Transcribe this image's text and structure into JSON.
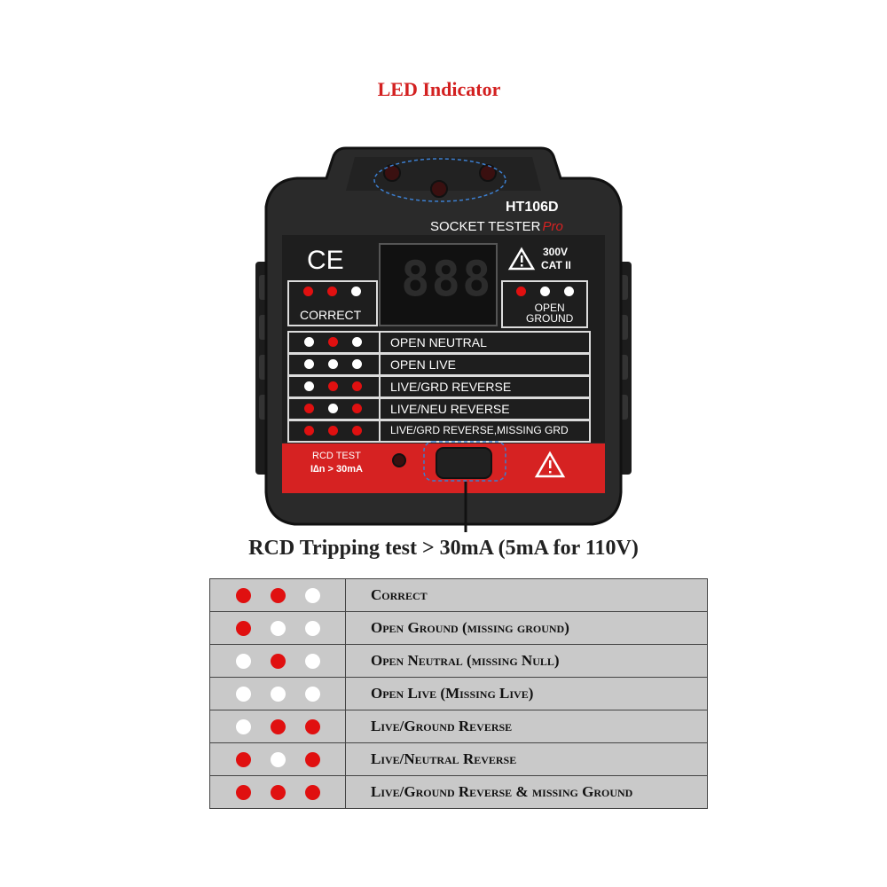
{
  "annotations": {
    "led_indicator": "LED Indicator",
    "rcd_caption": "RCD Tripping test > 30mA (5mA for 110V)"
  },
  "device": {
    "model": "HT106D",
    "name": "SOCKET TESTER",
    "name_suffix": "Pro",
    "ce_mark": "CE",
    "voltage_rating": "300V",
    "category": "CAT II",
    "correct_label": "CORRECT",
    "open_ground_line1": "OPEN",
    "open_ground_line2": "GROUND",
    "rcd_test_line1": "RCD TEST",
    "rcd_test_line2": "I∆n > 30mA",
    "display_text": "888",
    "correct_pattern": [
      "red",
      "red",
      "white"
    ],
    "open_ground_pattern": [
      "red",
      "white",
      "white"
    ],
    "panel_rows": [
      {
        "pattern": [
          "white",
          "red",
          "white"
        ],
        "label": "OPEN NEUTRAL"
      },
      {
        "pattern": [
          "white",
          "white",
          "white"
        ],
        "label": "OPEN LIVE"
      },
      {
        "pattern": [
          "white",
          "red",
          "red"
        ],
        "label": "LIVE/GRD REVERSE"
      },
      {
        "pattern": [
          "red",
          "white",
          "red"
        ],
        "label": "LIVE/NEU REVERSE"
      },
      {
        "pattern": [
          "red",
          "red",
          "red"
        ],
        "label": "LIVE/GRD REVERSE,MISSING GRD"
      }
    ],
    "warning_icon": "warning-triangle-icon",
    "colors": {
      "body": "#2a2a2a",
      "accent": "#d62222",
      "led_red": "#e01010"
    }
  },
  "legend": [
    {
      "pattern": [
        "red",
        "red",
        "white"
      ],
      "label": "Correct"
    },
    {
      "pattern": [
        "red",
        "white",
        "white"
      ],
      "label": "Open Ground (missing ground)"
    },
    {
      "pattern": [
        "white",
        "red",
        "white"
      ],
      "label": "Open Neutral (missing Null)"
    },
    {
      "pattern": [
        "white",
        "white",
        "white"
      ],
      "label": "Open Live (Missing Live)"
    },
    {
      "pattern": [
        "white",
        "red",
        "red"
      ],
      "label": "Live/Ground Reverse"
    },
    {
      "pattern": [
        "red",
        "white",
        "red"
      ],
      "label": "Live/Neutral Reverse"
    },
    {
      "pattern": [
        "red",
        "red",
        "red"
      ],
      "label": "Live/Ground Reverse & missing Ground"
    }
  ]
}
